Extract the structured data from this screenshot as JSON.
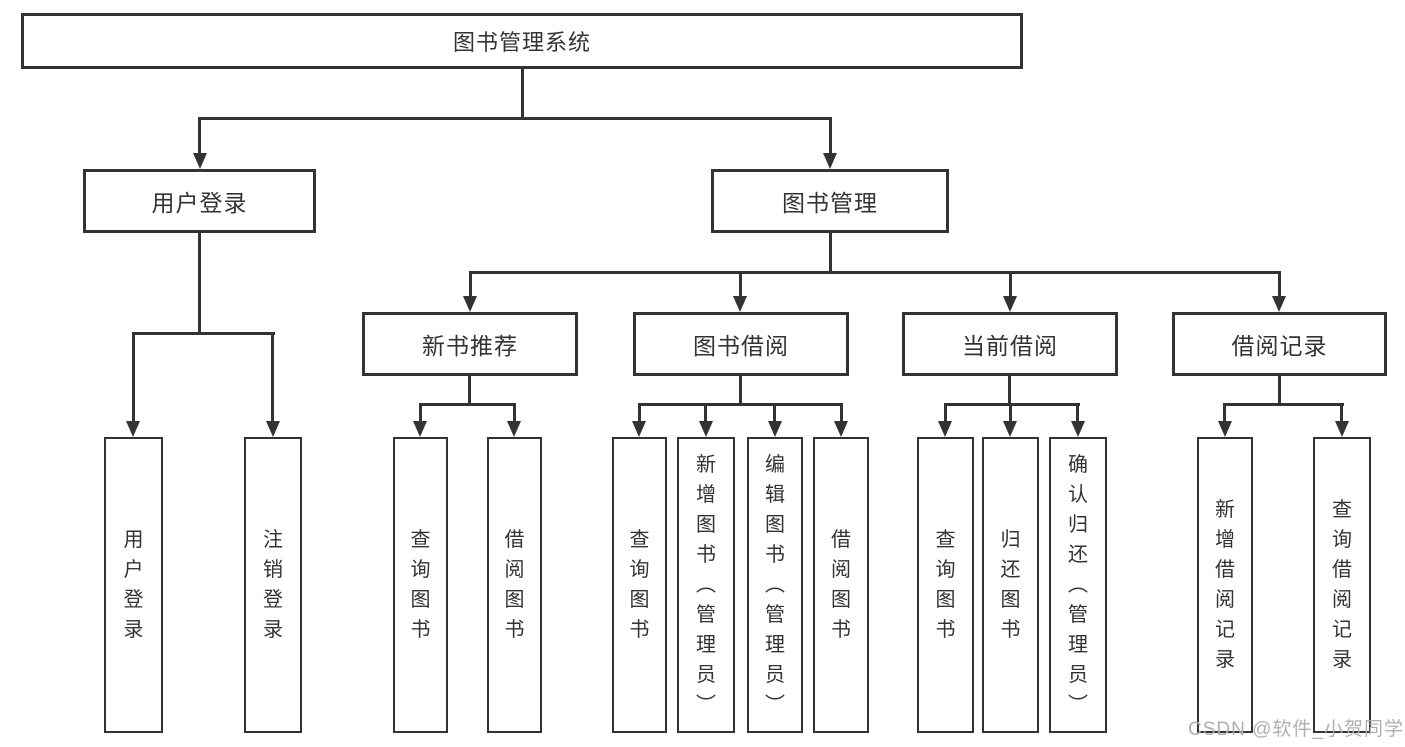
{
  "diagram": {
    "root": {
      "label": "图书管理系统"
    },
    "branches": [
      {
        "label": "用户登录",
        "children": [
          {
            "label": "用户登录"
          },
          {
            "label": "注销登录"
          }
        ]
      },
      {
        "label": "图书管理",
        "children": [
          {
            "label": "新书推荐",
            "children": [
              {
                "label": "查询图书"
              },
              {
                "label": "借阅图书"
              }
            ]
          },
          {
            "label": "图书借阅",
            "children": [
              {
                "label": "查询图书"
              },
              {
                "label": "新增图书（管理员）"
              },
              {
                "label": "编辑图书（管理员）"
              },
              {
                "label": "借阅图书"
              }
            ]
          },
          {
            "label": "当前借阅",
            "children": [
              {
                "label": "查询图书"
              },
              {
                "label": "归还图书"
              },
              {
                "label": "确认归还（管理员）"
              }
            ]
          },
          {
            "label": "借阅记录",
            "children": [
              {
                "label": "新增借阅记录"
              },
              {
                "label": "查询借阅记录"
              }
            ]
          }
        ]
      }
    ]
  },
  "watermark": {
    "text": "CSDN @软件_小贺同学"
  },
  "colors": {
    "line": "#333333",
    "text": "#333333",
    "watermark": "#b3aeae",
    "background": "#ffffff"
  }
}
